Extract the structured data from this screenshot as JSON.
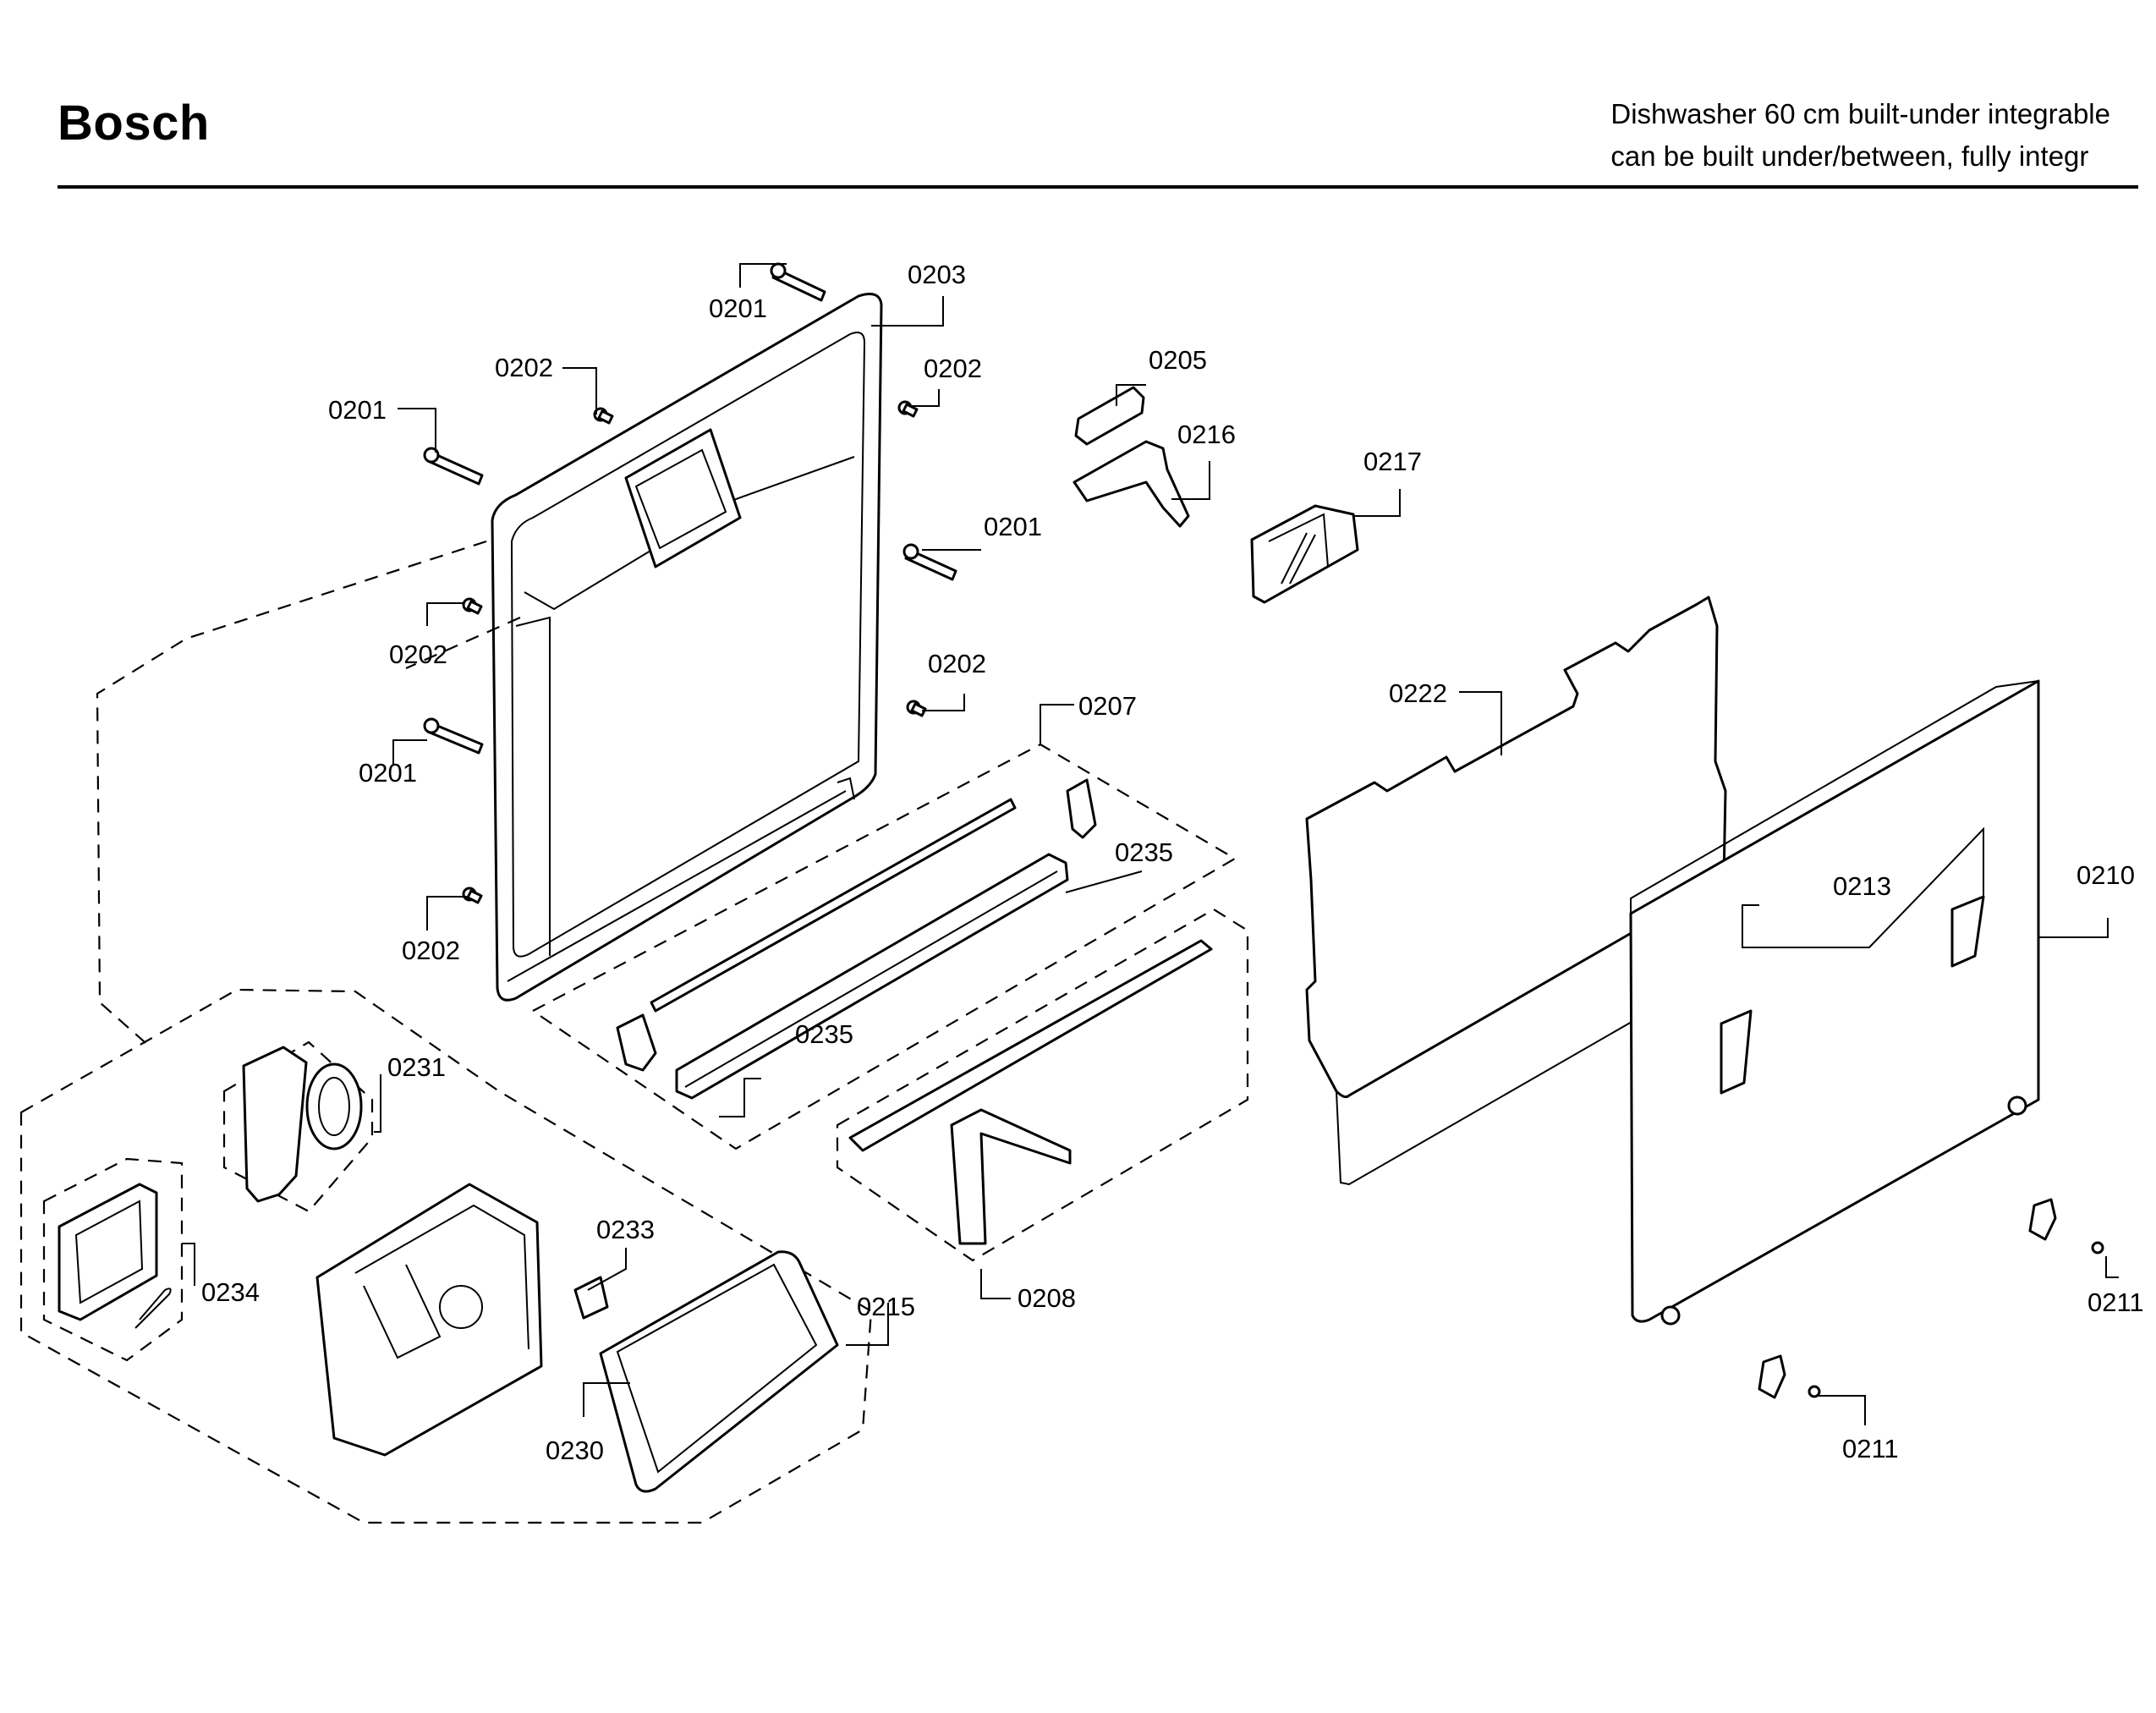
{
  "header": {
    "brand": "Bosch",
    "model_line1": "Dishwasher 60 cm built-under integrable",
    "model_line2": "can be built under/between, fully integr"
  },
  "callouts": [
    {
      "id": "c1",
      "text": "0201"
    },
    {
      "id": "c2",
      "text": "0203"
    },
    {
      "id": "c3",
      "text": "0202"
    },
    {
      "id": "c4",
      "text": "0202"
    },
    {
      "id": "c5",
      "text": "0201"
    },
    {
      "id": "c6",
      "text": "0205"
    },
    {
      "id": "c7",
      "text": "0216"
    },
    {
      "id": "c8",
      "text": "0217"
    },
    {
      "id": "c9",
      "text": "0201"
    },
    {
      "id": "c10",
      "text": "0202"
    },
    {
      "id": "c11",
      "text": "0202"
    },
    {
      "id": "c12",
      "text": "0201"
    },
    {
      "id": "c13",
      "text": "0207"
    },
    {
      "id": "c14",
      "text": "0222"
    },
    {
      "id": "c15",
      "text": "0235"
    },
    {
      "id": "c16",
      "text": "0202"
    },
    {
      "id": "c17",
      "text": "0213"
    },
    {
      "id": "c18",
      "text": "0210"
    },
    {
      "id": "c19",
      "text": "0231"
    },
    {
      "id": "c20",
      "text": "0235"
    },
    {
      "id": "c21",
      "text": "0233"
    },
    {
      "id": "c22",
      "text": "0234"
    },
    {
      "id": "c23",
      "text": "0208"
    },
    {
      "id": "c24",
      "text": "0215"
    },
    {
      "id": "c25",
      "text": "0230"
    },
    {
      "id": "c26",
      "text": "0211"
    },
    {
      "id": "c27",
      "text": "0211"
    }
  ]
}
